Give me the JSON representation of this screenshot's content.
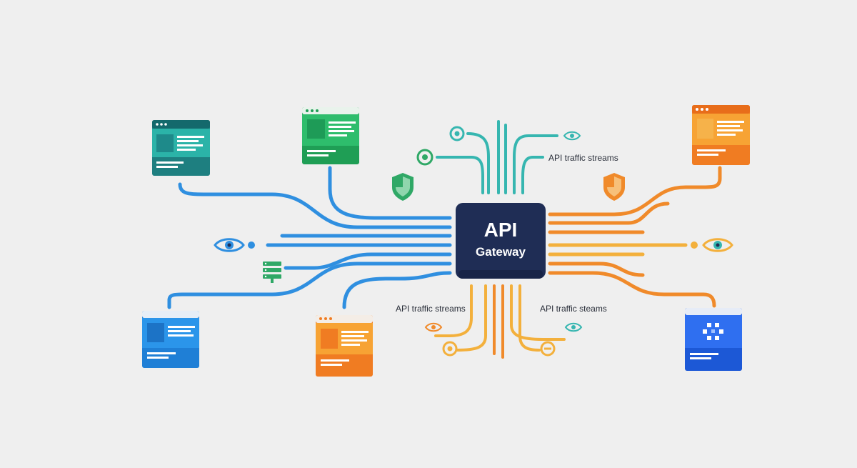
{
  "gateway": {
    "title": "API",
    "subtitle": "Gateway",
    "color": "#1f2d55"
  },
  "labels": {
    "top_right": "API traffic streams",
    "bottom_left": "API traffic streams",
    "bottom_right": "API traffic steams"
  },
  "colors": {
    "blue_lines": "#2f8fe0",
    "teal_lines": "#36b6b0",
    "orange_lines": "#f08a2a",
    "amber_lines": "#f3b03c",
    "background": "#efefef"
  },
  "icons": [
    "teal-browser-window-icon",
    "green-browser-window-icon",
    "orange-browser-window-icon",
    "blue-browser-window-icon",
    "orange-browser-window-icon-bottom",
    "blue-cluster-window-icon",
    "green-shield-icon",
    "orange-shield-icon",
    "eye-icon",
    "target-icon",
    "minus-circle-icon",
    "server-stack-icon"
  ]
}
